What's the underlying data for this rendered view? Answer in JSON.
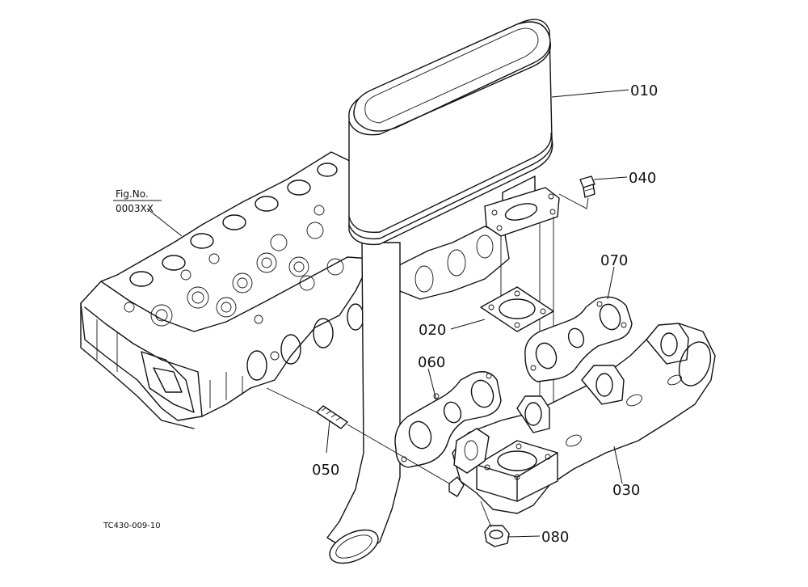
{
  "figure": {
    "ref_label_line1": "Fig.No.",
    "ref_label_line2": "0003XX",
    "drawing_code": "TC430-009-10"
  },
  "callouts": [
    {
      "id": "010",
      "label": "010"
    },
    {
      "id": "020",
      "label": "020"
    },
    {
      "id": "030",
      "label": "030"
    },
    {
      "id": "040",
      "label": "040"
    },
    {
      "id": "050",
      "label": "050"
    },
    {
      "id": "060",
      "label": "060"
    },
    {
      "id": "070",
      "label": "070"
    },
    {
      "id": "080",
      "label": "080"
    }
  ]
}
